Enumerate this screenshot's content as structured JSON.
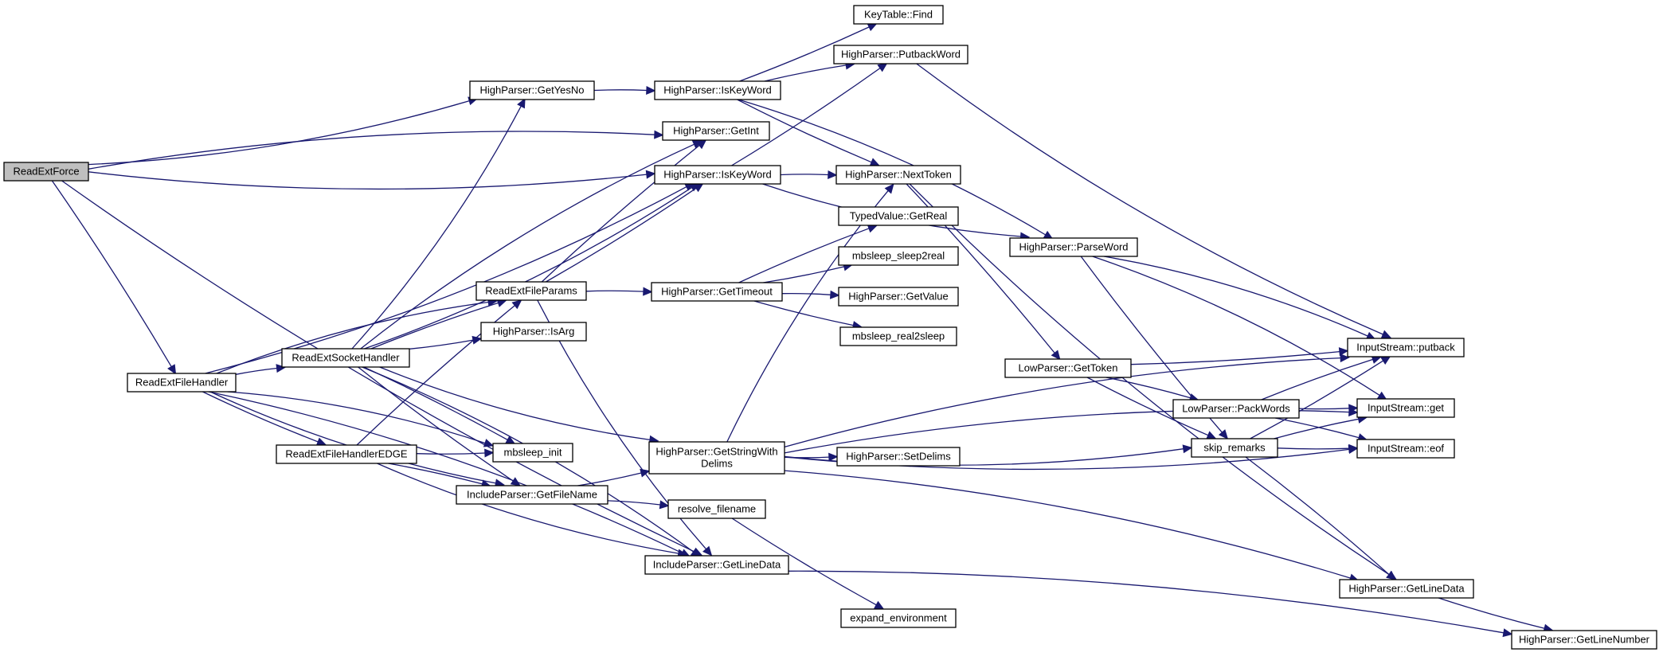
{
  "graph": {
    "edge_color": "#191970",
    "root_fill": "#bfbfbf",
    "node_fill": "#ffffff",
    "nodes": {
      "readextforce": {
        "lines": [
          "ReadExtForce"
        ],
        "root": true
      },
      "readextfilehandler": {
        "lines": [
          "ReadExtFileHandler"
        ]
      },
      "readextsockethandler": {
        "lines": [
          "ReadExtSocketHandler"
        ]
      },
      "readextfilehandleredge": {
        "lines": [
          "ReadExtFileHandlerEDGE"
        ]
      },
      "readextfileparams": {
        "lines": [
          "ReadExtFileParams"
        ]
      },
      "highparser-getyesno": {
        "lines": [
          "HighParser::GetYesNo"
        ]
      },
      "highparser-iskeyword-a": {
        "lines": [
          "HighParser::IsKeyWord"
        ]
      },
      "highparser-getint": {
        "lines": [
          "HighParser::GetInt"
        ]
      },
      "highparser-iskeyword-b": {
        "lines": [
          "HighParser::IsKeyWord"
        ]
      },
      "highparser-isarg": {
        "lines": [
          "HighParser::IsArg"
        ]
      },
      "mbsleep-init": {
        "lines": [
          "mbsleep_init"
        ]
      },
      "includeparser-getfilename": {
        "lines": [
          "IncludeParser::GetFileName"
        ]
      },
      "includeparser-getlinedata": {
        "lines": [
          "IncludeParser::GetLineData"
        ]
      },
      "highparser-gettimeout": {
        "lines": [
          "HighParser::GetTimeout"
        ]
      },
      "highparser-getstringwithdelims": {
        "lines": [
          "HighParser::GetStringWith",
          "Delims"
        ]
      },
      "resolve-filename": {
        "lines": [
          "resolve_filename"
        ]
      },
      "keytable-find": {
        "lines": [
          "KeyTable::Find"
        ]
      },
      "highparser-putbackword": {
        "lines": [
          "HighParser::PutbackWord"
        ]
      },
      "highparser-nexttoken": {
        "lines": [
          "HighParser::NextToken"
        ]
      },
      "typedvalue-getreal": {
        "lines": [
          "TypedValue::GetReal"
        ]
      },
      "mbsleep-sleep2real": {
        "lines": [
          "mbsleep_sleep2real"
        ]
      },
      "highparser-getvalue": {
        "lines": [
          "HighParser::GetValue"
        ]
      },
      "mbsleep-real2sleep": {
        "lines": [
          "mbsleep_real2sleep"
        ]
      },
      "highparser-setdelims": {
        "lines": [
          "HighParser::SetDelims"
        ]
      },
      "expand-environment": {
        "lines": [
          "expand_environment"
        ]
      },
      "highparser-parseword": {
        "lines": [
          "HighParser::ParseWord"
        ]
      },
      "lowparser-gettoken": {
        "lines": [
          "LowParser::GetToken"
        ]
      },
      "lowparser-packwords": {
        "lines": [
          "LowParser::PackWords"
        ]
      },
      "skip-remarks": {
        "lines": [
          "skip_remarks"
        ]
      },
      "inputstream-putback": {
        "lines": [
          "InputStream::putback"
        ]
      },
      "inputstream-get": {
        "lines": [
          "InputStream::get"
        ]
      },
      "inputstream-eof": {
        "lines": [
          "InputStream::eof"
        ]
      },
      "highparser-getlinedata": {
        "lines": [
          "HighParser::GetLineData"
        ]
      },
      "highparser-getlinenumber": {
        "lines": [
          "HighParser::GetLineNumber"
        ]
      }
    },
    "edges": [
      [
        "readextforce",
        "highparser-getyesno"
      ],
      [
        "readextforce",
        "highparser-getint"
      ],
      [
        "readextforce",
        "highparser-iskeyword-b"
      ],
      [
        "readextforce",
        "readextfilehandler"
      ],
      [
        "readextforce",
        "includeparser-getlinedata"
      ],
      [
        "readextfilehandler",
        "readextsockethandler"
      ],
      [
        "readextfilehandler",
        "readextfilehandleredge"
      ],
      [
        "readextfilehandler",
        "readextfileparams"
      ],
      [
        "readextfilehandler",
        "highparser-iskeyword-b"
      ],
      [
        "readextfilehandler",
        "mbsleep-init"
      ],
      [
        "readextfilehandler",
        "includeparser-getfilename"
      ],
      [
        "readextfilehandler",
        "includeparser-getlinedata"
      ],
      [
        "readextsockethandler",
        "highparser-getyesno"
      ],
      [
        "readextsockethandler",
        "highparser-getint"
      ],
      [
        "readextsockethandler",
        "highparser-iskeyword-b"
      ],
      [
        "readextsockethandler",
        "readextfileparams"
      ],
      [
        "readextsockethandler",
        "highparser-isarg"
      ],
      [
        "readextsockethandler",
        "mbsleep-init"
      ],
      [
        "readextsockethandler",
        "includeparser-getfilename"
      ],
      [
        "readextsockethandler",
        "includeparser-getlinedata"
      ],
      [
        "readextsockethandler",
        "highparser-getstringwithdelims"
      ],
      [
        "readextfilehandleredge",
        "readextfileparams"
      ],
      [
        "readextfilehandleredge",
        "mbsleep-init"
      ],
      [
        "readextfilehandleredge",
        "includeparser-getfilename"
      ],
      [
        "readextfilehandleredge",
        "includeparser-getlinedata"
      ],
      [
        "readextfileparams",
        "highparser-getint"
      ],
      [
        "readextfileparams",
        "highparser-iskeyword-b"
      ],
      [
        "readextfileparams",
        "highparser-gettimeout"
      ],
      [
        "readextfileparams",
        "includeparser-getlinedata"
      ],
      [
        "highparser-getyesno",
        "highparser-iskeyword-a"
      ],
      [
        "highparser-iskeyword-a",
        "keytable-find"
      ],
      [
        "highparser-iskeyword-a",
        "highparser-putbackword"
      ],
      [
        "highparser-iskeyword-a",
        "highparser-nexttoken"
      ],
      [
        "highparser-iskeyword-a",
        "highparser-parseword"
      ],
      [
        "highparser-iskeyword-b",
        "highparser-putbackword"
      ],
      [
        "highparser-iskeyword-b",
        "highparser-nexttoken"
      ],
      [
        "highparser-iskeyword-b",
        "highparser-parseword"
      ],
      [
        "highparser-gettimeout",
        "typedvalue-getreal"
      ],
      [
        "highparser-gettimeout",
        "mbsleep-sleep2real"
      ],
      [
        "highparser-gettimeout",
        "highparser-getvalue"
      ],
      [
        "highparser-gettimeout",
        "mbsleep-real2sleep"
      ],
      [
        "highparser-getstringwithdelims",
        "highparser-nexttoken"
      ],
      [
        "highparser-getstringwithdelims",
        "highparser-setdelims"
      ],
      [
        "highparser-getstringwithdelims",
        "inputstream-putback"
      ],
      [
        "highparser-getstringwithdelims",
        "skip-remarks"
      ],
      [
        "highparser-getstringwithdelims",
        "inputstream-get"
      ],
      [
        "highparser-getstringwithdelims",
        "inputstream-eof"
      ],
      [
        "highparser-getstringwithdelims",
        "highparser-getlinedata"
      ],
      [
        "includeparser-getfilename",
        "highparser-getstringwithdelims"
      ],
      [
        "includeparser-getfilename",
        "resolve-filename"
      ],
      [
        "resolve-filename",
        "expand-environment"
      ],
      [
        "includeparser-getlinedata",
        "highparser-getlinenumber"
      ],
      [
        "highparser-putbackword",
        "inputstream-putback"
      ],
      [
        "highparser-nexttoken",
        "lowparser-gettoken"
      ],
      [
        "highparser-nexttoken",
        "highparser-getlinedata"
      ],
      [
        "highparser-parseword",
        "inputstream-putback"
      ],
      [
        "highparser-parseword",
        "skip-remarks"
      ],
      [
        "highparser-parseword",
        "inputstream-get"
      ],
      [
        "lowparser-gettoken",
        "inputstream-putback"
      ],
      [
        "lowparser-gettoken",
        "lowparser-packwords"
      ],
      [
        "lowparser-gettoken",
        "skip-remarks"
      ],
      [
        "lowparser-packwords",
        "inputstream-putback"
      ],
      [
        "lowparser-packwords",
        "inputstream-get"
      ],
      [
        "lowparser-packwords",
        "inputstream-eof"
      ],
      [
        "skip-remarks",
        "inputstream-putback"
      ],
      [
        "skip-remarks",
        "inputstream-get"
      ],
      [
        "skip-remarks",
        "inputstream-eof"
      ],
      [
        "skip-remarks",
        "highparser-getlinedata"
      ],
      [
        "highparser-getlinedata",
        "highparser-getlinenumber"
      ]
    ]
  }
}
